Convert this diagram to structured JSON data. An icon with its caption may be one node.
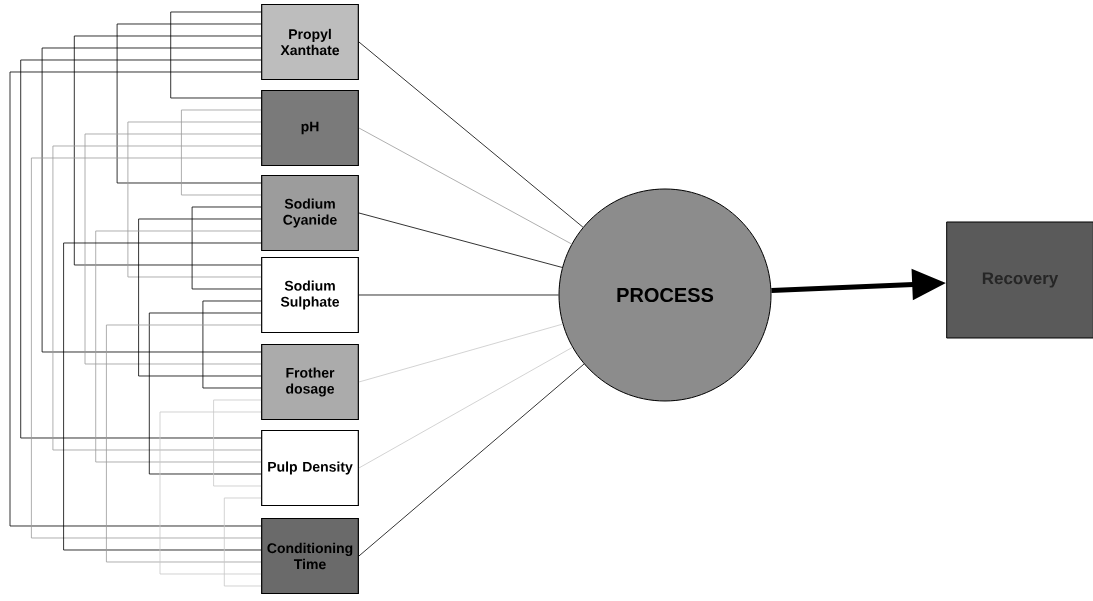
{
  "diagram": {
    "nodes": [
      {
        "text": [
          "Propyl Xanthate"
        ]
      },
      {
        "text": [
          "pH"
        ]
      },
      {
        "text": [
          "Sodium Cyanide"
        ]
      },
      {
        "text": [
          "Sodium Sulphate"
        ]
      },
      {
        "text": [
          "Frother dosage"
        ]
      },
      {
        "text": [
          "Pulp Density"
        ]
      },
      {
        "text": [
          "Conditioning Time"
        ]
      },
      {
        "text": [
          "PROCESS"
        ]
      },
      {
        "text": [
          "Recovery"
        ]
      }
    ],
    "edges": [
      {
        "from": 0,
        "to": 7,
        "arrow": "none"
      },
      {
        "from": 1,
        "to": 7,
        "arrow": "none",
        "color": "#9a9a9a"
      },
      {
        "from": 2,
        "to": 7,
        "arrow": "none"
      },
      {
        "from": 3,
        "to": 7,
        "arrow": "none"
      },
      {
        "from": 4,
        "to": 7,
        "arrow": "none",
        "color": "#c8c8c8"
      },
      {
        "from": 5,
        "to": 7,
        "arrow": "none",
        "color": "#c8c8c8"
      },
      {
        "from": 6,
        "to": 7,
        "arrow": "none"
      },
      {
        "from": 7,
        "to": 8,
        "arrow": "to",
        "style": "thick"
      },
      {
        "from": 0,
        "to": 1,
        "arrow": "none"
      },
      {
        "from": 0,
        "to": 2,
        "arrow": "none"
      },
      {
        "from": 0,
        "to": 3,
        "arrow": "none"
      },
      {
        "from": 0,
        "to": 4,
        "arrow": "none"
      },
      {
        "from": 0,
        "to": 5,
        "arrow": "none"
      },
      {
        "from": 0,
        "to": 6,
        "arrow": "none"
      },
      {
        "from": 1,
        "to": 2,
        "arrow": "none",
        "color": "#9a9a9a"
      },
      {
        "from": 1,
        "to": 3,
        "arrow": "none",
        "color": "#9a9a9a"
      },
      {
        "from": 1,
        "to": 4,
        "arrow": "none",
        "color": "#9a9a9a"
      },
      {
        "from": 1,
        "to": 5,
        "arrow": "none",
        "color": "#9a9a9a"
      },
      {
        "from": 1,
        "to": 6,
        "arrow": "none",
        "color": "#9a9a9a"
      },
      {
        "from": 2,
        "to": 3,
        "arrow": "none"
      },
      {
        "from": 2,
        "to": 4,
        "arrow": "none"
      },
      {
        "from": 2,
        "to": 5,
        "arrow": "none",
        "color": "#9a9a9a"
      },
      {
        "from": 2,
        "to": 6,
        "arrow": "none"
      },
      {
        "from": 3,
        "to": 4,
        "arrow": "none"
      },
      {
        "from": 3,
        "to": 5,
        "arrow": "none"
      },
      {
        "from": 3,
        "to": 6,
        "arrow": "none",
        "color": "#9a9a9a"
      },
      {
        "from": 4,
        "to": 5,
        "arrow": "none",
        "color": "#c8c8c8"
      },
      {
        "from": 4,
        "to": 6,
        "arrow": "none",
        "color": "#c8c8c8"
      },
      {
        "from": 5,
        "to": 6,
        "arrow": "none",
        "color": "#c8c8c8"
      }
    ]
  }
}
